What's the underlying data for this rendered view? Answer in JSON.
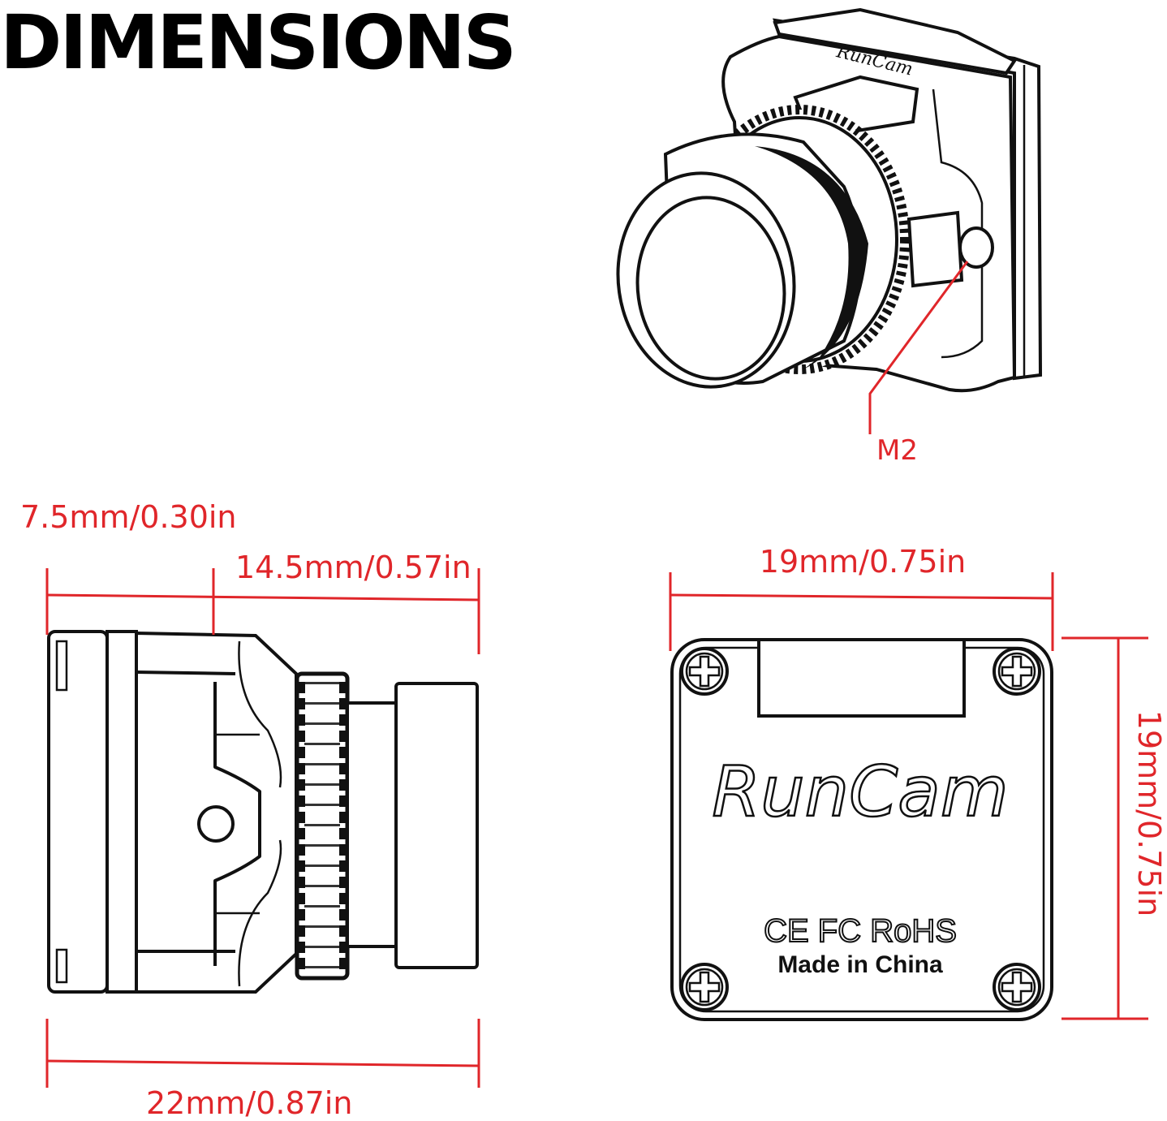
{
  "title": "DIMENSIONS",
  "colors": {
    "dimension": "#e0262a",
    "line": "#111111"
  },
  "views": {
    "perspective": {
      "callout": "M2",
      "logo": "RunCam"
    },
    "side": {
      "front_depth": "7.5mm/0.30in",
      "lens_depth": "14.5mm/0.57in",
      "total_length": "22mm/0.87in"
    },
    "back": {
      "width": "19mm/0.75in",
      "height": "19mm/0.75in",
      "logo": "RunCam",
      "certifications": "CE FC RoHS",
      "origin": "Made in China"
    }
  }
}
